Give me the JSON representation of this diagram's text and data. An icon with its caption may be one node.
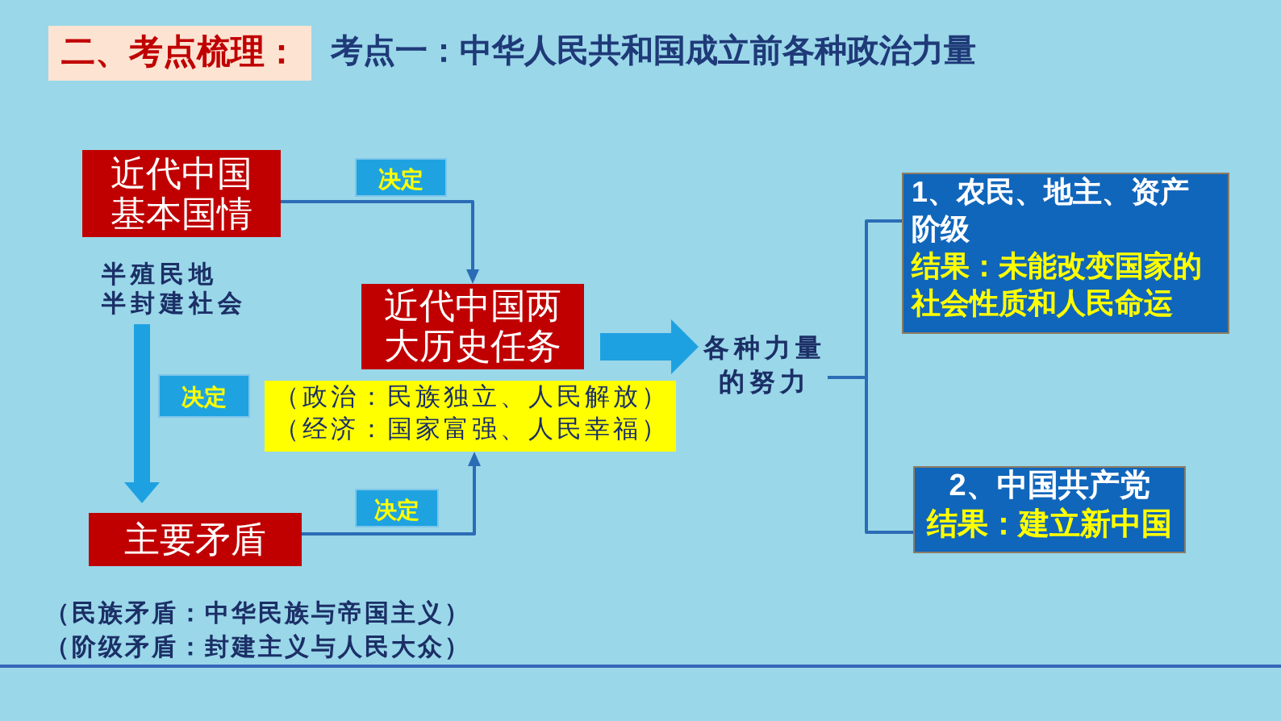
{
  "diagram": {
    "title": "考点一：中华人民共和国成立前各种政治力量",
    "nodes": [
      {
        "text": [
          "二、考点梳理："
        ]
      },
      {
        "text": [
          "近代中国基本国情"
        ],
        "beside": [
          "半殖民地",
          "半封建社会"
        ]
      },
      {
        "text": [
          "近代中国两大历史任务"
        ]
      },
      {
        "text": [
          "（政治：民族独立、人民解放）",
          "（经济：国家富强、人民幸福）"
        ]
      },
      {
        "text": [
          "主要矛盾"
        ],
        "beside": [
          "（民族矛盾：中华民族与帝国主义）",
          "（阶级矛盾：封建主义与人民大众）"
        ]
      },
      {
        "text": [
          "各种力量的努力"
        ]
      },
      {
        "text": [
          "1、农民、地主、资产阶级",
          "结果：未能改变国家的社会性质和人民命运"
        ]
      },
      {
        "text": [
          "2、中国共产党",
          "结果：建立新中国"
        ]
      }
    ],
    "edges": [
      {
        "from": 1,
        "to": 2,
        "arrow": "to",
        "label": "决定"
      },
      {
        "from": 1,
        "to": 4,
        "arrow": "to",
        "label": "决定",
        "style": "thick",
        "color": "#1ea1e1"
      },
      {
        "from": 4,
        "to": 3,
        "arrow": "to",
        "label": "决定"
      },
      {
        "from": 2,
        "to": 5,
        "arrow": "to",
        "style": "thick",
        "color": "#1ea1e1"
      },
      {
        "from": 5,
        "to": 6,
        "arrow": "none"
      },
      {
        "from": 5,
        "to": 7,
        "arrow": "none"
      }
    ]
  }
}
